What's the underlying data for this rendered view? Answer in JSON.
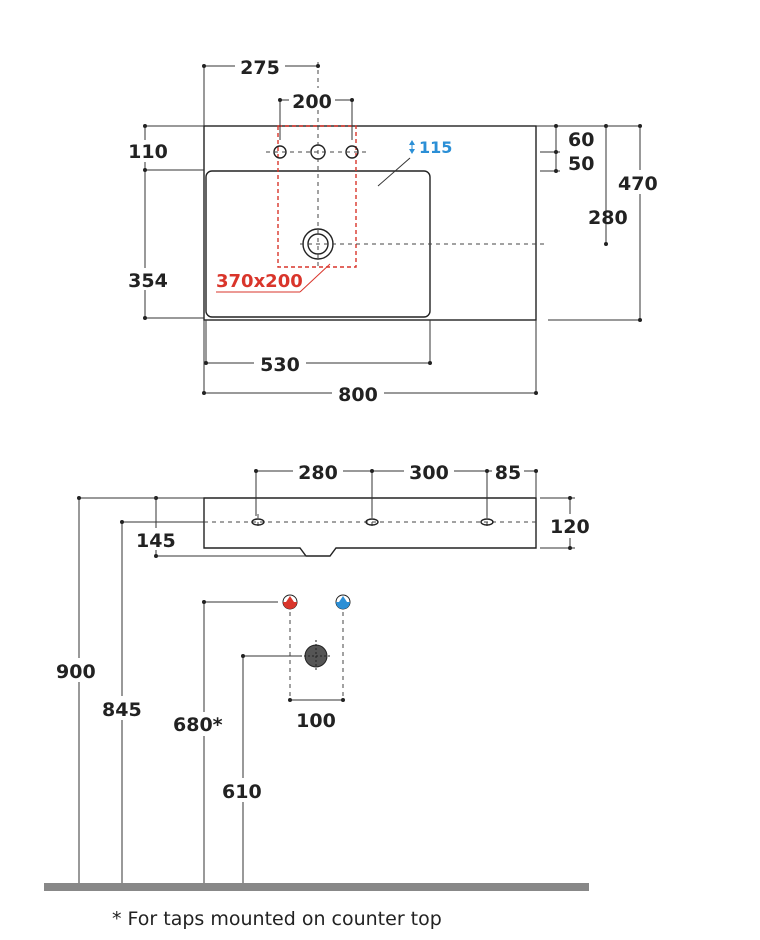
{
  "top_view": {
    "dims": {
      "d275": "275",
      "d200_top": "200",
      "d110": "110",
      "d354": "354",
      "d530": "530",
      "d800": "800",
      "d60": "60",
      "d50": "50",
      "d470": "470",
      "d280": "280",
      "d115": "115",
      "d370x200": "370x200"
    }
  },
  "side_view": {
    "dims": {
      "d280": "280",
      "d300": "300",
      "d85": "85",
      "d120": "120",
      "d145": "145",
      "d900": "900",
      "d845": "845",
      "d680": "680*",
      "d610": "610",
      "d100": "100"
    }
  },
  "footnote": "* For taps mounted on counter top",
  "colors": {
    "hot": "#d9352b",
    "cold": "#2b8fd6",
    "outline": "#222222",
    "floor": "#888888"
  }
}
